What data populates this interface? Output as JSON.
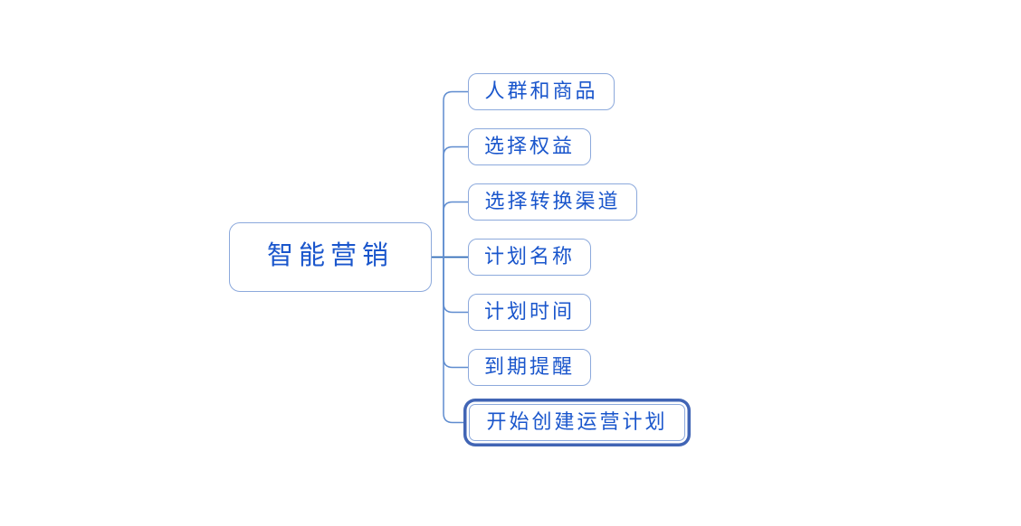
{
  "mindmap": {
    "root": {
      "label": "智能营销"
    },
    "children": [
      {
        "label": "人群和商品",
        "selected": false
      },
      {
        "label": "选择权益",
        "selected": false
      },
      {
        "label": "选择转换渠道",
        "selected": false
      },
      {
        "label": "计划名称",
        "selected": false
      },
      {
        "label": "计划时间",
        "selected": false
      },
      {
        "label": "到期提醒",
        "selected": false
      },
      {
        "label": "开始创建运营计划",
        "selected": true
      }
    ],
    "colors": {
      "node_border": "#8CA9DC",
      "selected_outline": "#4165B5",
      "connector_line": "#5F8CCF",
      "trunk_connector": "#2F6BB8",
      "text": "#1A56CC",
      "background": "#FFFFFF"
    }
  }
}
